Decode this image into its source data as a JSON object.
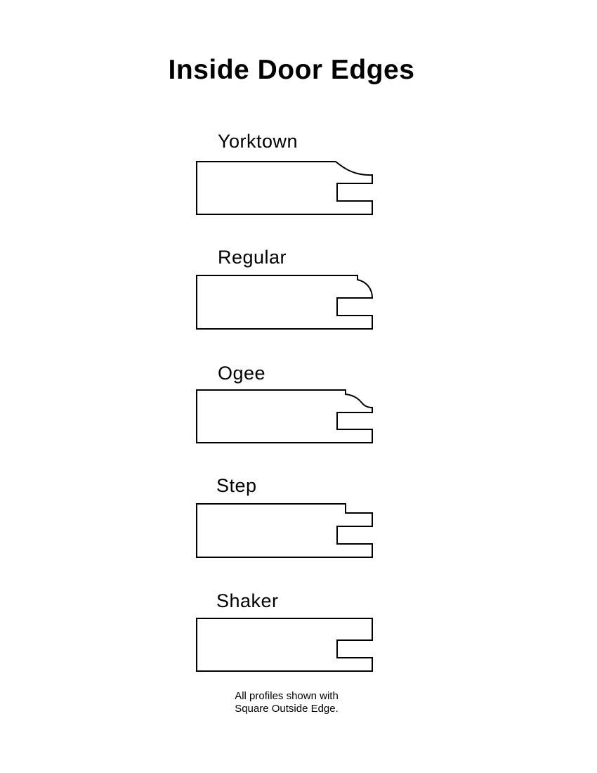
{
  "title": "Inside Door Edges",
  "profiles": [
    {
      "name": "Yorktown"
    },
    {
      "name": "Regular"
    },
    {
      "name": "Ogee"
    },
    {
      "name": "Step"
    },
    {
      "name": "Shaker"
    }
  ],
  "footnote": {
    "line1": "All profiles shown with",
    "line2": "Square Outside Edge."
  }
}
